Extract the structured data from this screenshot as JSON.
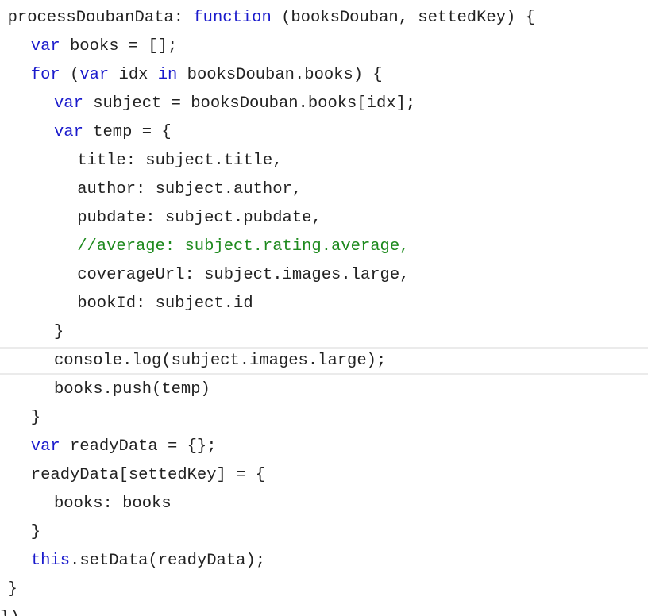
{
  "code": {
    "lines": [
      {
        "indent": 1,
        "tokens": [
          {
            "t": "pl",
            "v": "processDoubanData: "
          },
          {
            "t": "kw",
            "v": "function"
          },
          {
            "t": "pl",
            "v": " (booksDouban, settedKey) {"
          }
        ]
      },
      {
        "indent": 3,
        "tokens": [
          {
            "t": "kw",
            "v": "var"
          },
          {
            "t": "pl",
            "v": " books = [];"
          }
        ]
      },
      {
        "indent": 3,
        "tokens": [
          {
            "t": "kw",
            "v": "for"
          },
          {
            "t": "pl",
            "v": " ("
          },
          {
            "t": "kw",
            "v": "var"
          },
          {
            "t": "pl",
            "v": " idx "
          },
          {
            "t": "kw",
            "v": "in"
          },
          {
            "t": "pl",
            "v": " booksDouban.books) {"
          }
        ]
      },
      {
        "indent": 5,
        "tokens": [
          {
            "t": "kw",
            "v": "var"
          },
          {
            "t": "pl",
            "v": " subject = booksDouban.books[idx];"
          }
        ]
      },
      {
        "indent": 5,
        "tokens": [
          {
            "t": "kw",
            "v": "var"
          },
          {
            "t": "pl",
            "v": " temp = {"
          }
        ]
      },
      {
        "indent": 7,
        "tokens": [
          {
            "t": "pl",
            "v": "title: subject.title,"
          }
        ]
      },
      {
        "indent": 7,
        "tokens": [
          {
            "t": "pl",
            "v": "author: subject.author,"
          }
        ]
      },
      {
        "indent": 7,
        "tokens": [
          {
            "t": "pl",
            "v": "pubdate: subject.pubdate,"
          }
        ]
      },
      {
        "indent": 7,
        "tokens": [
          {
            "t": "cm",
            "v": "//average: subject.rating.average,"
          }
        ]
      },
      {
        "indent": 7,
        "tokens": [
          {
            "t": "pl",
            "v": "coverageUrl: subject.images.large,"
          }
        ]
      },
      {
        "indent": 7,
        "tokens": [
          {
            "t": "pl",
            "v": "bookId: subject.id"
          }
        ]
      },
      {
        "indent": 5,
        "tokens": [
          {
            "t": "pl",
            "v": "}"
          }
        ]
      },
      {
        "indent": 5,
        "active": true,
        "tokens": [
          {
            "t": "pl",
            "v": "console.log(subject.images.large);"
          }
        ]
      },
      {
        "indent": 5,
        "tokens": [
          {
            "t": "pl",
            "v": "books.push(temp)"
          }
        ]
      },
      {
        "indent": 3,
        "tokens": [
          {
            "t": "pl",
            "v": "}"
          }
        ]
      },
      {
        "indent": 3,
        "tokens": [
          {
            "t": "kw",
            "v": "var"
          },
          {
            "t": "pl",
            "v": " readyData = {};"
          }
        ]
      },
      {
        "indent": 3,
        "tokens": [
          {
            "t": "pl",
            "v": "readyData[settedKey] = {"
          }
        ]
      },
      {
        "indent": 5,
        "tokens": [
          {
            "t": "pl",
            "v": "books: books"
          }
        ]
      },
      {
        "indent": 3,
        "tokens": [
          {
            "t": "pl",
            "v": "}"
          }
        ]
      },
      {
        "indent": 3,
        "tokens": [
          {
            "t": "kw",
            "v": "this"
          },
          {
            "t": "pl",
            "v": ".setData(readyData);"
          }
        ]
      },
      {
        "indent": 1,
        "tokens": [
          {
            "t": "pl",
            "v": "}"
          }
        ]
      },
      {
        "indent": 0,
        "tokens": [
          {
            "t": "pl",
            "v": "})"
          }
        ]
      }
    ]
  }
}
